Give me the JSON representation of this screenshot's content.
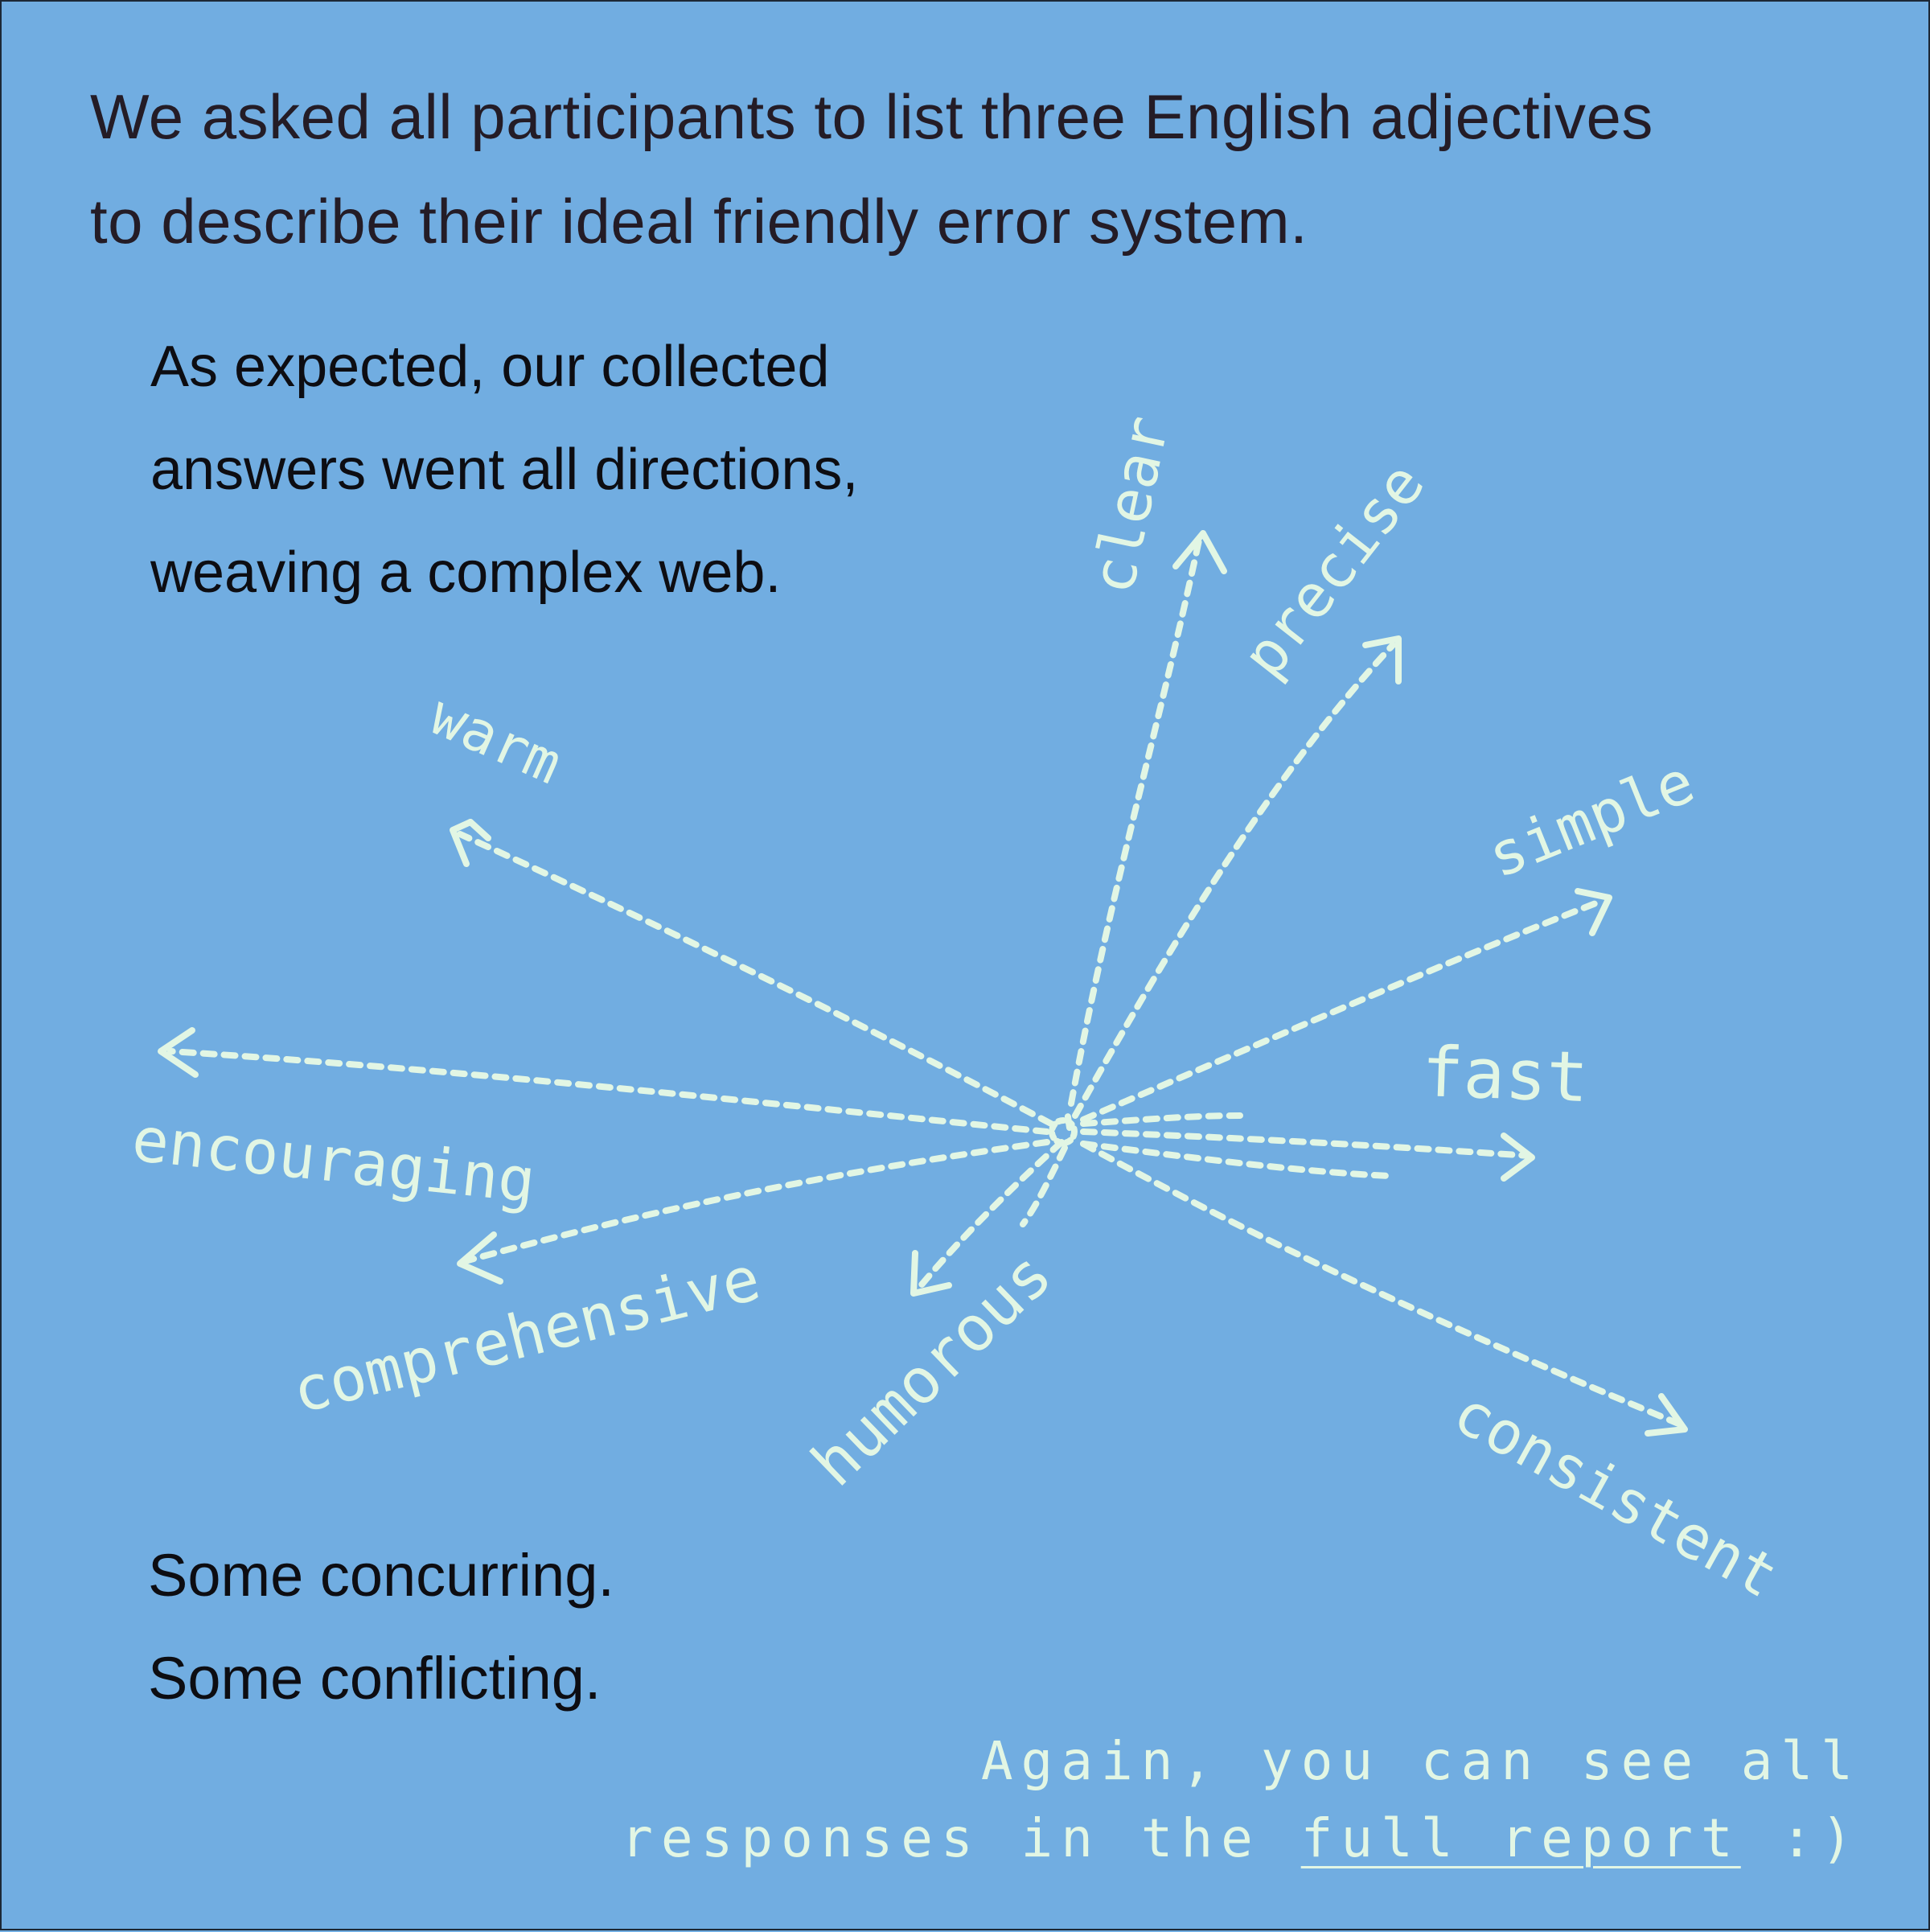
{
  "headline": {
    "line1": "We asked all participants to list three English adjectives",
    "line2": "to describe their ideal friendly error system."
  },
  "lead": {
    "line1": "As expected, our collected",
    "line2": "answers went all directions,",
    "line3": "weaving a complex web."
  },
  "adjectives": [
    "clear",
    "precise",
    "simple",
    "fast",
    "consistent",
    "humorous",
    "comprehensive",
    "encouraging",
    "warm"
  ],
  "closing": {
    "line1": "Some concurring.",
    "line2": "Some conflicting."
  },
  "footer": {
    "line1": "Again, you can see all",
    "line2_prefix": "responses in the",
    "link_text": "full report",
    "line2_suffix": ":)"
  },
  "colors": {
    "background": "#71ade1",
    "ink": "#e2f6e4",
    "text": "#0d0d12"
  }
}
